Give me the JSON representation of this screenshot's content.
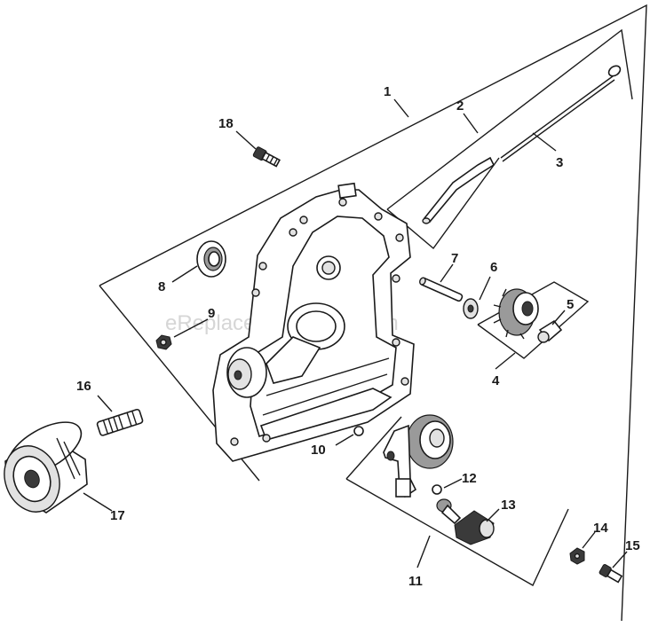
{
  "watermark": "eReplacementParts.com",
  "labels": {
    "p1": "1",
    "p2": "2",
    "p3": "3",
    "p4": "4",
    "p5": "5",
    "p6": "6",
    "p7": "7",
    "p8": "8",
    "p9": "9",
    "p10": "10",
    "p11": "11",
    "p12": "12",
    "p13": "13",
    "p14": "14",
    "p15": "15",
    "p16": "16",
    "p17": "17",
    "p18": "18"
  }
}
